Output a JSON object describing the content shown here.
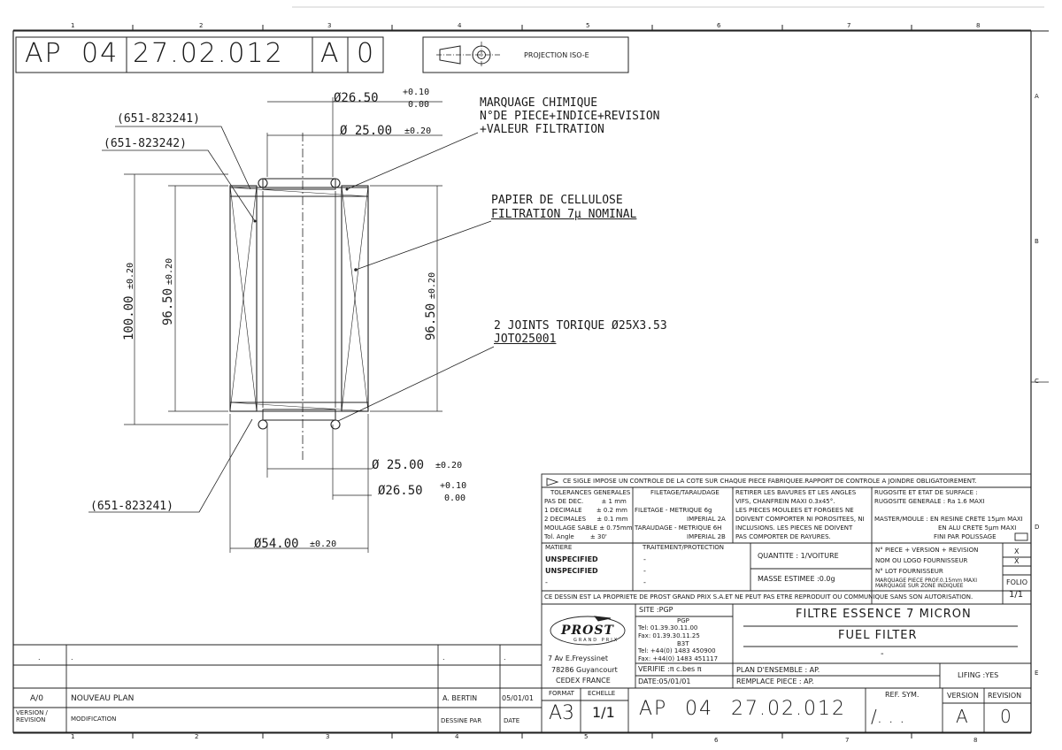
{
  "header": {
    "prefix": "AP",
    "group": "04",
    "part_number": "27.02.012",
    "index": "A",
    "revision": "0",
    "projection": "PROJECTION ISO-E"
  },
  "grid": {
    "top_numbers": [
      "1",
      "2",
      "3",
      "4",
      "5",
      "6",
      "7",
      "8"
    ],
    "bottom_numbers": [
      "1",
      "2",
      "3",
      "4",
      "5",
      "6",
      "7",
      "8"
    ],
    "right_letters": [
      "A",
      "B",
      "C",
      "D",
      "E"
    ]
  },
  "drawing": {
    "ref_top_1": "(651-823241)",
    "ref_top_2": "(651-823242)",
    "ref_bottom": "(651-823241)",
    "dim_top_outer": "Ø26.50",
    "dim_top_outer_tol_plus": "+0.10",
    "dim_top_outer_tol_minus": "0.00",
    "dim_top_inner": "Ø 25.00",
    "dim_top_inner_tol": "±0.20",
    "dim_bot_inner": "Ø 25.00",
    "dim_bot_inner_tol": "±0.20",
    "dim_bot_outer": "Ø26.50",
    "dim_bot_outer_tol_plus": "+0.10",
    "dim_bot_outer_tol_minus": "0.00",
    "dim_od": "Ø54.00",
    "dim_od_tol": "±0.20",
    "dim_height": "100.00",
    "dim_height_tol": "±0.20",
    "dim_media_left": "96.50",
    "dim_media_left_tol": "±0.20",
    "dim_media_right": "96.50",
    "dim_media_right_tol": "±0.20",
    "note1_line1": "MARQUAGE CHIMIQUE",
    "note1_line2": "N°DE PIECE+INDICE+REVISION",
    "note1_line3": "+VALEUR FILTRATION",
    "note2_line1": "PAPIER DE CELLULOSE",
    "note2_line2": "FILTRATION 7µ NOMINAL",
    "note3_line1": "2 JOINTS TORIQUE Ø25X3.53",
    "note3_line2": "JOTO25001"
  },
  "title_block": {
    "control_note": "CE SIGLE IMPOSE UN CONTROLE DE LA COTE SUR CHAQUE PIECE FABRIQUEE.RAPPORT DE CONTROLE A JOINDRE OBLIGATOIREMENT.",
    "tol_title": "TOLERANCES GENERALES",
    "tol_rows": [
      [
        "PAS DE DEC.",
        "± 1",
        "mm"
      ],
      [
        "1 DECIMALE",
        "± 0.2",
        "mm"
      ],
      [
        "2 DECIMALES",
        "± 0.1",
        "mm"
      ],
      [
        "MOULAGE SABLE",
        "± 0.75",
        "mm"
      ],
      [
        "Tol. Angle",
        "± 30'",
        ""
      ]
    ],
    "thread_title": "FILETAGE/TARAUDAGE",
    "thread_rows": [
      "FILETAGE  - METRIQUE 6g",
      "IMPERIAL 2A",
      "TARAUDAGE - METRIQUE 6H",
      "IMPERIAL 2B"
    ],
    "burr_rows": [
      "RETIRER LES BAVURES ET LES ANGLES",
      "VIFS, CHANFREIN MAXI 0.3x45°.",
      "LES PIECES MOULEES ET FORGEES NE",
      "DOIVENT COMPORTER NI POROSITEES, NI",
      "INCLUSIONS. LES PIECES NE DOIVENT",
      "PAS COMPORTER DE RAYURES."
    ],
    "rough_rows": [
      "RUGOSITE ET ETAT DE SURFACE :",
      "RUGOSITE GENERALE : Ra 1.6 MAXI",
      "MASTER/MOULE : EN RESINE CRETE 15µm MAXI",
      "EN ALU CRETE 5µm MAXI",
      "FINI PAR POLISSAGE"
    ],
    "matiere_label": "MATIERE",
    "matiere_1": "UNSPECIFIED",
    "matiere_2": "UNSPECIFIED",
    "matiere_3": "-",
    "traitement_label": "TRAITEMENT/PROTECTION",
    "traitement_vals": [
      "-",
      "-",
      "-"
    ],
    "quantite": "QUANTITE :  1/VOITURE",
    "masse": "MASSE ESTIMEE :0.0g",
    "marking_rows": [
      "N° PIECE + VERSION + REVISION",
      "NOM OU LOGO FOURNISSEUR",
      "N° LOT FOURNISSEUR",
      "MARQUAGE PIECE PROF.0.15mm MAXI",
      "MARQUAGE SUR ZONE INDIQUEE"
    ],
    "marking_x1": "X",
    "marking_x2": "X",
    "folio_label": "FOLIO",
    "folio": "1/1",
    "property": "CE DESSIN EST LA PROPRIETE DE PROST GRAND PRIX S.A.ET NE PEUT PAS ETRE REPRODUIT OU COMMUNIQUE SANS SON AUTORISATION.",
    "logo": "PROST",
    "logo_sub": "GRAND PRIX",
    "address": [
      "7 Av E.Freyssinet",
      "78286 Guyancourt",
      "CEDEX FRANCE"
    ],
    "site": "SITE :PGP",
    "site_rows": [
      "PGP",
      "Tel: 01.39.30.11.00",
      "Fax: 01.39.30.11.25",
      "B3T",
      "Tel: +44(0) 1483 450900",
      "Fax: +44(0) 1483 451117"
    ],
    "verifie": "VERIFIE :π c.bes π",
    "date": "DATE:05/01/01",
    "title_fr": "FILTRE ESSENCE 7 MICRON",
    "title_en": "FUEL FILTER",
    "title_dash": "-",
    "plan_ensemble": "PLAN D'ENSEMBLE : AP.",
    "remplace": "REMPLACE PIECE  : AP.",
    "lifing": "LIFING :YES",
    "format_label": "FORMAT",
    "format": "A3",
    "echelle_label": "ECHELLE",
    "echelle": "1/1",
    "num_prefix": "AP",
    "num_group": "04",
    "num_part": "27.02.012",
    "ref_sym_label": "REF. SYM.",
    "ref_sym": "/. . .",
    "version_label": "VERSION",
    "version": "A",
    "revision_label": "REVISION",
    "revision": "0"
  },
  "revision_block": {
    "rows": [
      {
        "rev": ".",
        "desc": ".",
        "author": ".",
        "date": "."
      },
      {
        "rev": "A/0",
        "desc": "NOUVEAU PLAN",
        "author": "A. BERTIN",
        "date": "05/01/01"
      }
    ],
    "head_rev": "VERSION / REVISION",
    "head_desc": "MODIFICATION",
    "head_author": "DESSINE PAR",
    "head_date": "DATE"
  }
}
